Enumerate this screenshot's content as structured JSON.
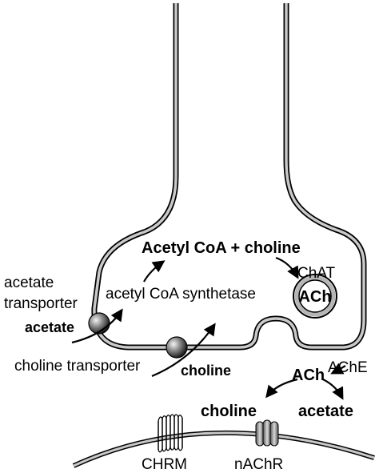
{
  "labels": {
    "acetyl_coa_choline": "Acetyl CoA + choline",
    "chat": "ChAT",
    "ach_vesicle": "ACh",
    "acetate_transporter_line1": "acetate",
    "acetate_transporter_line2": "transporter",
    "acetyl_coa_synthetase": "acetyl CoA synthetase",
    "acetate_in": "acetate",
    "choline_transporter": "choline transporter",
    "choline_in": "choline",
    "ach_cleft": "ACh",
    "ache": "AChE",
    "choline_product": "choline",
    "acetate_product": "acetate",
    "chrm": "CHRM",
    "nachr": "nAChR"
  },
  "colors": {
    "membrane_fill": "#c9c9c9",
    "membrane_stroke": "#000000",
    "transporter_dark": "#222222",
    "vesicle_ring": "#b5b5b5"
  }
}
